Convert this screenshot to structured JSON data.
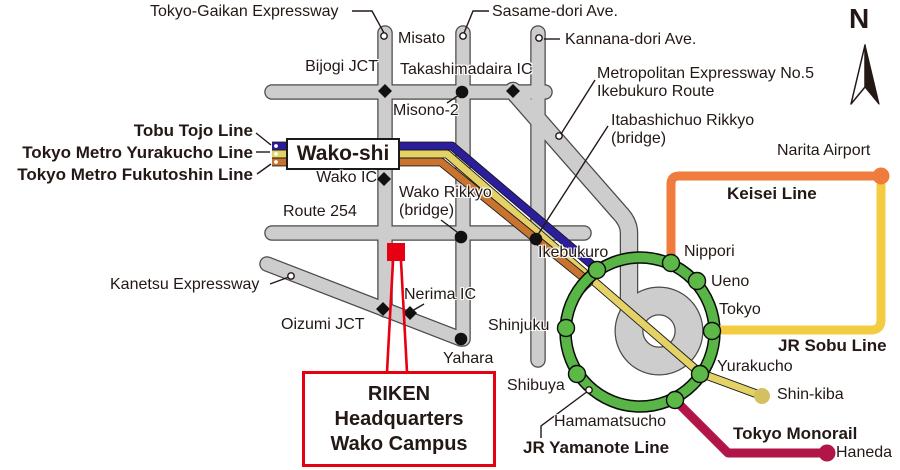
{
  "compass": {
    "north_label": "N"
  },
  "expressways": {
    "tokyo_gaikan": "Tokyo-Gaikan Expressway",
    "kanetsu": "Kanetsu Expressway",
    "metropolitan_line1": "Metropolitan Expressway No.5",
    "metropolitan_line2": "Ikebukuro Route"
  },
  "avenues": {
    "sasame": "Sasame-dori Ave.",
    "kannana": "Kannana-dori Ave.",
    "route254": "Route 254"
  },
  "junctions": {
    "misato": "Misato",
    "bijogi": "Bijogi JCT",
    "takashimadaira": "Takashimadaira IC",
    "misono": "Misono-2",
    "wako_ic": "Wako IC",
    "oizumi": "Oizumi JCT",
    "nerima": "Nerima IC",
    "yahara": "Yahara"
  },
  "bridges": {
    "itabashichuo_line1": "Itabashichuo Rikkyo",
    "itabashichuo_line2": "(bridge)",
    "wako_rikkyo_line1": "Wako Rikkyo",
    "wako_rikkyo_line2": "(bridge)"
  },
  "rail_lines": {
    "tobu_tojo": "Tobu Tojo Line",
    "yurakucho": "Tokyo Metro Yurakucho Line",
    "fukutoshin": "Tokyo Metro Fukutoshin Line",
    "yamanote": "JR Yamanote Line",
    "sobu": "JR Sobu Line",
    "keisei": "Keisei Line",
    "monorail": "Tokyo Monorail"
  },
  "stations": {
    "wako_shi": "Wako-shi",
    "ikebukuro": "Ikebukuro",
    "shinjuku": "Shinjuku",
    "shibuya": "Shibuya",
    "hamamatsucho": "Hamamatsucho",
    "nippori": "Nippori",
    "ueno": "Ueno",
    "tokyo": "Tokyo",
    "yurakucho": "Yurakucho",
    "shin_kiba": "Shin-kiba",
    "narita": "Narita Airport",
    "haneda": "Haneda"
  },
  "destination": {
    "line1": "RIKEN",
    "line2": "Headquarters",
    "line3": "Wako Campus"
  },
  "colors": {
    "road_fill": "#cdcdcd",
    "road_casing": "#4d4a47",
    "tobu_tojo_blue": "#2b1d9c",
    "yurakucho_yellow": "#e5d267",
    "fukutoshin_orange": "#c8732f",
    "yamanote_green": "#58b546",
    "keisei_orange": "#ef7c3d",
    "sobu_yellow": "#f3cc41",
    "monorail_crimson": "#b21548",
    "marker_red": "#e60012",
    "shinkiba_dot": "#d3c060"
  }
}
